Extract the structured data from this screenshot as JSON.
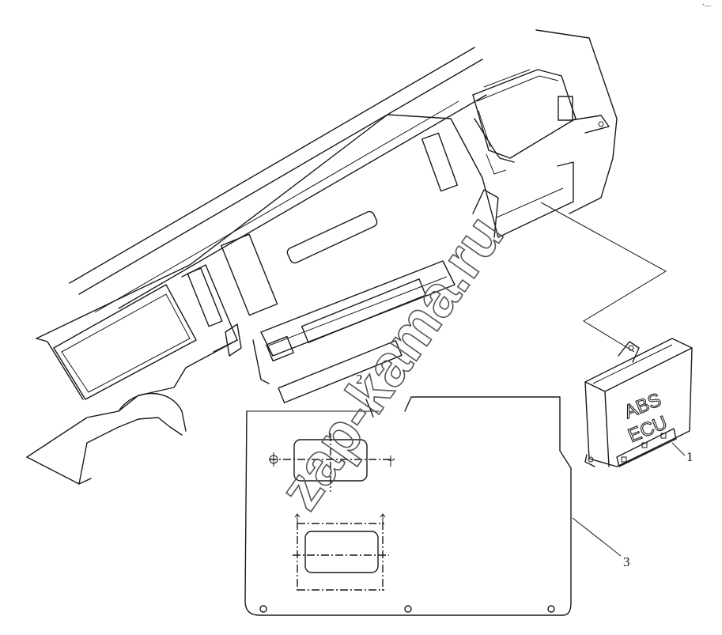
{
  "diagram": {
    "ecu_label_line1": "ABS",
    "ecu_label_line2": "ECU",
    "callouts": [
      {
        "id": "1",
        "label": "1"
      },
      {
        "id": "2",
        "label": "2"
      },
      {
        "id": "3",
        "label": "3"
      }
    ],
    "watermark": "zap-kama.ru",
    "corner_mark": "ᐩ—"
  }
}
